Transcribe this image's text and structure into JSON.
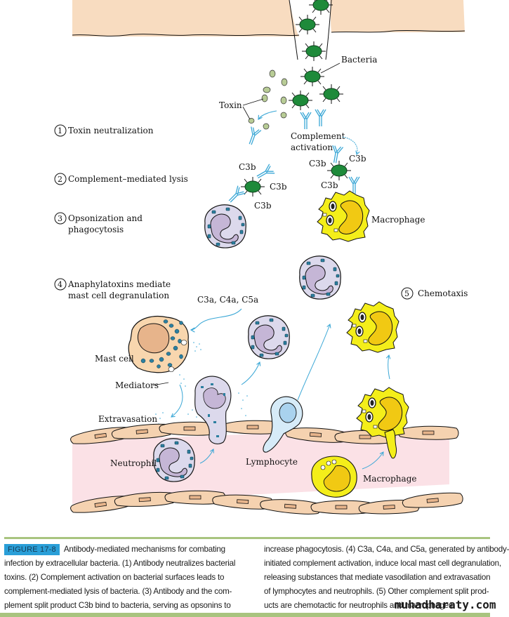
{
  "figure": {
    "number_label": "FIGURE 17-8",
    "badge_color": "#2a9fd8",
    "rule_color": "#a9c47f",
    "steps": [
      {
        "num": "1",
        "lines": [
          "Toxin neutralization"
        ]
      },
      {
        "num": "2",
        "lines": [
          "Complement–mediated lysis"
        ]
      },
      {
        "num": "3",
        "lines": [
          "Opsonization and",
          "phagocytosis"
        ]
      },
      {
        "num": "4",
        "lines": [
          "Anaphylatoxins mediate",
          "mast cell degranulation"
        ]
      },
      {
        "num": "5",
        "lines": [
          "Chemotaxis"
        ]
      }
    ],
    "labels": {
      "bacteria": "Bacteria",
      "toxin": "Toxin",
      "complement_line1": "Complement",
      "complement_line2": "activation",
      "c3b": "C3b",
      "macrophage": "Macrophage",
      "anaphylatoxins": "C3a, C4a, C5a",
      "mast_cell": "Mast cell",
      "mediators": "Mediators",
      "extravasation": "Extravasation",
      "neutrophil": "Neutrophil",
      "lymphocyte": "Lymphocyte"
    },
    "colors": {
      "skin": "#f8dcc0",
      "vessel": "#fbe1e6",
      "endothelium": "#f5d2b0",
      "bacteria": "#1e8a3a",
      "toxin": "#b8cc96",
      "antibody": "#3aa7d6",
      "neutrophil": "#dcd9ec",
      "neutrophil_nucleus": "#c5b6d6",
      "granule": "#2c7fa0",
      "macrophage": "#f4ee1a",
      "macrophage_nucleus": "#f1c913",
      "mast_cell": "#f8d6ae",
      "mast_nucleus": "#e7b48b",
      "lymphocyte": "#d6ebf8",
      "lymphocyte_nucleus": "#a9d2ee"
    }
  },
  "caption": {
    "left_lines": [
      "Antibody-mediated mechanisms for combating",
      "infection by extracellular bacteria. (1) Antibody neutralizes bacterial",
      "toxins. (2) Complement activation on bacterial surfaces leads to",
      "complement-mediated lysis of bacteria. (3) Antibody and the com-",
      "plement split product C3b bind to bacteria, serving as opsonins to"
    ],
    "right_lines": [
      "increase phagocytosis. (4) C3a, C4a, and C5a, generated by antibody-",
      "initiated complement activation, induce local mast cell degranulation,",
      "releasing substances that mediate vasodilation and extravasation",
      "of lymphocytes and neutrophils. (5) Other complement split prod-",
      "ucts are chemotactic for neutrophils and macrophages."
    ]
  },
  "watermark": "muhadharaty.com"
}
